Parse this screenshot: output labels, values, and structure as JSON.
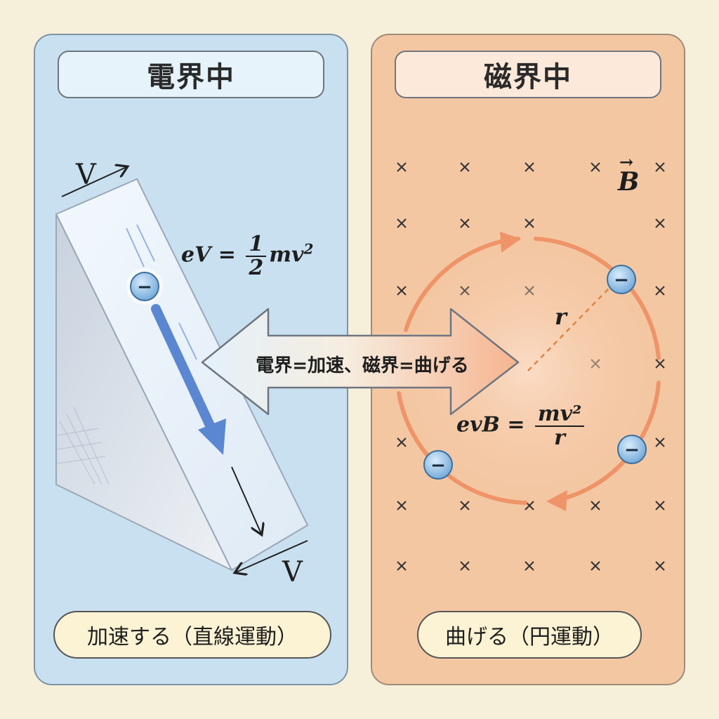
{
  "left_panel": {
    "title": "電界中",
    "equation": {
      "lhs": "eV =",
      "num": "1",
      "den": "2",
      "rhs": "mv",
      "sup": "2"
    },
    "voltage_label_top": "V",
    "voltage_label_bottom": "V",
    "caption": "加速する（直線運動）",
    "electron_symbol": "−"
  },
  "right_panel": {
    "title": "磁界中",
    "field_label": "B",
    "radius_label": "r",
    "equation": {
      "lhs": "evB =",
      "num": "mv²",
      "den": "r"
    },
    "caption": "曲げる（円運動）",
    "electron_symbol": "−"
  },
  "center_arrow": {
    "text": "電界=加速、磁界=曲げる"
  },
  "colors": {
    "left_panel_bg": "#c9e0f0",
    "right_panel_bg": "#f4c7a3",
    "electron_fill": "#8fbde6",
    "path_orange": "#ef9468",
    "accel_arrow": "#5b86d1"
  },
  "icons": {
    "field_marker": "cross-icon",
    "electron": "electron-icon"
  }
}
